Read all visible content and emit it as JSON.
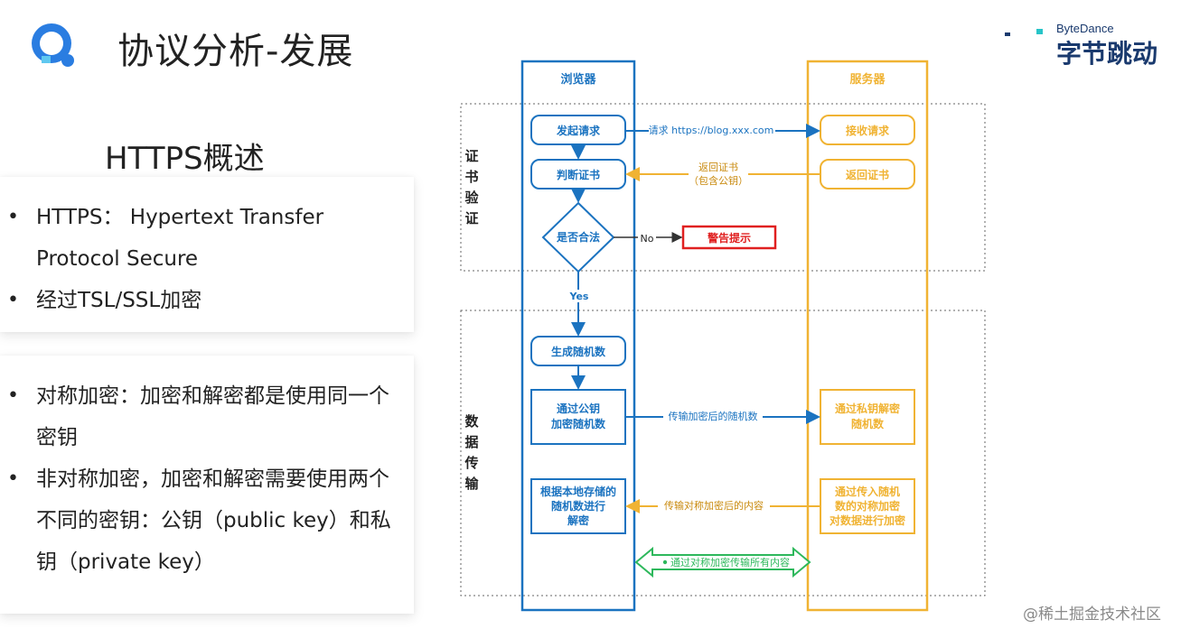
{
  "header": {
    "title": "协议分析-发展",
    "brand_en": "ByteDance",
    "brand_cn": "字节跳动"
  },
  "section_title": "HTTPS概述",
  "card1_items": [
    "HTTPS： Hypertext Transfer Protocol Secure",
    "经过TSL/SSL加密"
  ],
  "card2_items": [
    "对称加密：加密和解密都是使用同一个密钥",
    "非对称加密，加密和解密需要使用两个不同的密钥：公钥（public key）和私钥（private key）"
  ],
  "diagram": {
    "browser_label": "浏览器",
    "server_label": "服务器",
    "group_cert_label": [
      "证",
      "书",
      "验",
      "证"
    ],
    "group_data_label": [
      "数",
      "据",
      "传",
      "输"
    ],
    "browser_nodes": {
      "send_request": "发起请求",
      "check_cert": "判断证书",
      "is_valid": "是否合法",
      "gen_random": [
        "生成随机数"
      ],
      "encrypt_random": [
        "通过公钥",
        "加密随机数"
      ],
      "decrypt": [
        "根据本地存储的",
        "随机数进行",
        "解密"
      ]
    },
    "server_nodes": {
      "receive": "接收请求",
      "return_cert": "返回证书",
      "private_decrypt": [
        "通过私钥解密",
        "随机数"
      ],
      "sym_encrypt": [
        "通过传入随机",
        "数的对称加密",
        "对数据进行加密"
      ]
    },
    "warning": "警告提示",
    "edges": {
      "request": "请求 https://blog.xxx.com",
      "return_cert": [
        "返回证书",
        "（包含公钥）"
      ],
      "no": "No",
      "yes": "Yes",
      "send_encrypted": "传输加密后的随机数",
      "send_content": "传输对称加密后的内容",
      "sym_all": "通过对称加密传输所有内容"
    },
    "colors": {
      "blue": "#1b73c0",
      "orange": "#f0b333",
      "red": "#e02020",
      "green": "#2eb85c"
    }
  },
  "footer_watermark": "@稀土掘金技术社区"
}
